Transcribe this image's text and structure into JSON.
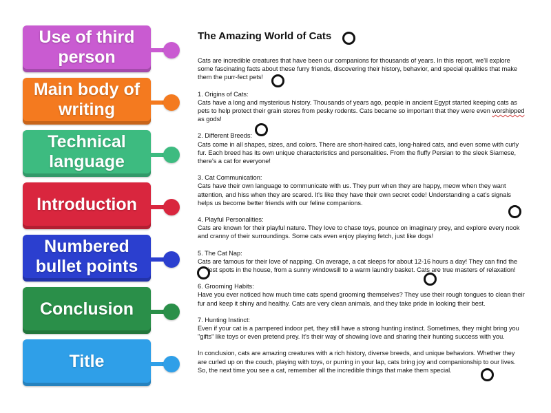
{
  "tiles": [
    {
      "label": "Use of third person",
      "color": "#c95bd1"
    },
    {
      "label": "Main body of writing",
      "color": "#f47a1f"
    },
    {
      "label": "Technical language",
      "color": "#3dbb80"
    },
    {
      "label": "Introduction",
      "color": "#d9263e"
    },
    {
      "label": "Numbered bullet points",
      "color": "#2b3fcf"
    },
    {
      "label": "Conclusion",
      "color": "#2a8f49"
    },
    {
      "label": "Title",
      "color": "#2f9fe8"
    }
  ],
  "document": {
    "title": "The Amazing World of Cats",
    "intro": "Cats are incredible creatures that have been our companions for thousands of years. In this report, we'll explore some fascinating facts about these furry friends, discovering their history, behavior, and special qualities that make them the purr-fect pets!",
    "sections": [
      {
        "heading": "1. Origins of Cats:",
        "text_before": "Cats have a long and mysterious history. Thousands of years ago, people in ancient Egypt started keeping cats as pets to help protect their grain stores from pesky rodents. Cats became so important that they were even ",
        "squiggle": "worshipped",
        "text_after": " as gods!"
      },
      {
        "heading": "2. Different Breeds:",
        "text_before": "Cats come in all shapes, sizes, and colors. There are short-haired cats, long-haired cats, and even some with curly fur. Each breed has its own unique characteristics and personalities. From the fluffy Persian to the sleek Siamese, there's a cat for everyone!",
        "squiggle": "",
        "text_after": ""
      },
      {
        "heading": "3. Cat Communication:",
        "text_before": "Cats have their own language to communicate with us. They purr when they are happy, meow when they want attention, and hiss when they are scared. It's like they have their own secret code! Understanding a cat's signals helps us become better friends with our feline companions.",
        "squiggle": "",
        "text_after": ""
      },
      {
        "heading": "4. Playful Personalities:",
        "text_before": "Cats are known for their playful nature. They love to chase toys, pounce on imaginary prey, and explore every nook and cranny of their surroundings. Some cats even enjoy playing fetch, just like dogs!",
        "squiggle": "",
        "text_after": ""
      },
      {
        "heading": "5. The Cat Nap:",
        "text_before": "Cats are famous for their love of napping. On average, a cat sleeps for about 12-16 hours a day! They can find the cosiest spots in the house, from a sunny windowsill to a warm laundry basket. Cats are true masters of relaxation!",
        "squiggle": "",
        "text_after": ""
      },
      {
        "heading": "6. Grooming Habits:",
        "text_before": "Have you ever noticed how much time cats spend grooming themselves? They use their rough tongues to clean their fur and keep it shiny and healthy. Cats are very clean animals, and they take pride in looking their best.",
        "squiggle": "",
        "text_after": ""
      },
      {
        "heading": "7. Hunting Instinct:",
        "text_before": "Even if your cat is a pampered indoor pet, they still have a strong hunting instinct. Sometimes, they might bring you \"gifts\" like toys or even pretend prey. It's their way of showing love and sharing their hunting success with you.",
        "squiggle": "",
        "text_after": ""
      }
    ],
    "conclusion": "In conclusion, cats are amazing creatures with a rich history, diverse breeds, and unique behaviors. Whether they are curled up on the couch, playing with toys, or purring in your lap, cats bring joy and companionship to our lives. So, the next time you see a cat, remember all the incredible things that make them special."
  }
}
